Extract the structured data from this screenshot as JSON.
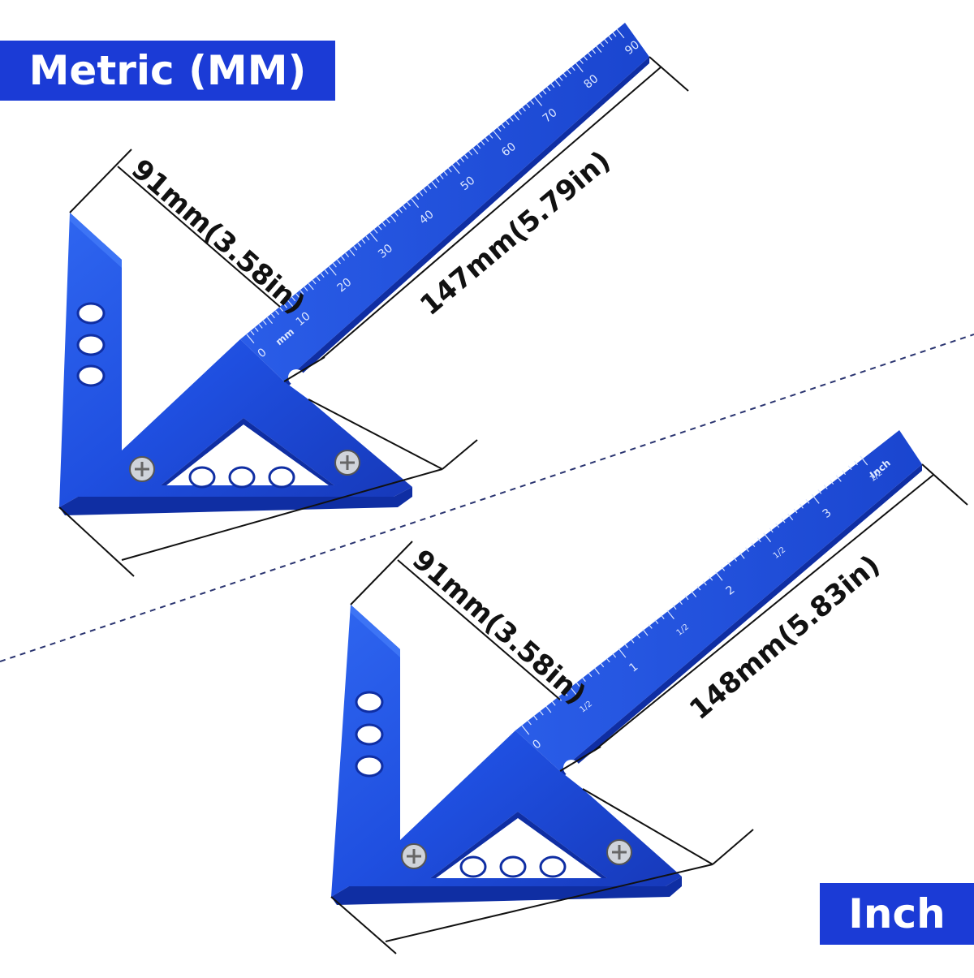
{
  "labels": {
    "metric_banner": "Metric (MM)",
    "inch_banner": "Inch"
  },
  "metric_tool": {
    "short_dimension": "91mm(3.58in)",
    "long_dimension": "147mm(5.79in)",
    "scale_unit": "mm",
    "scale_numbers": [
      "0",
      "10",
      "20",
      "30",
      "40",
      "50",
      "60",
      "70",
      "80",
      "90"
    ]
  },
  "inch_tool": {
    "short_dimension": "91mm(3.58in)",
    "long_dimension": "148mm(5.83in)",
    "scale_unit": "Inch",
    "scale_numbers": [
      "0",
      "1/2",
      "1",
      "1/2",
      "2",
      "1/2",
      "3",
      "1/2"
    ]
  },
  "colors": {
    "tool_blue": "#1f4fe0",
    "tool_dark": "#0f2ea3",
    "banner": "#1b3bd6",
    "divider": "#2a3470"
  }
}
